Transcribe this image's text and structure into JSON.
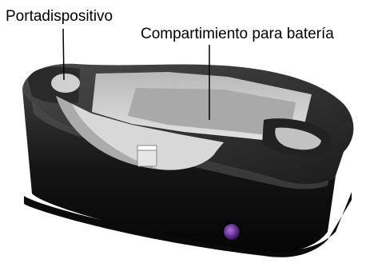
{
  "labels": {
    "device_holder": "Portadispositivo",
    "battery_compartment": "Compartimiento para batería"
  },
  "illustration": {
    "subject": "docking cradle with battery compartment",
    "body_color": "#1a1a1a",
    "interior_color": "#c8c8c8",
    "indicator_color": "#6a2a9a"
  }
}
